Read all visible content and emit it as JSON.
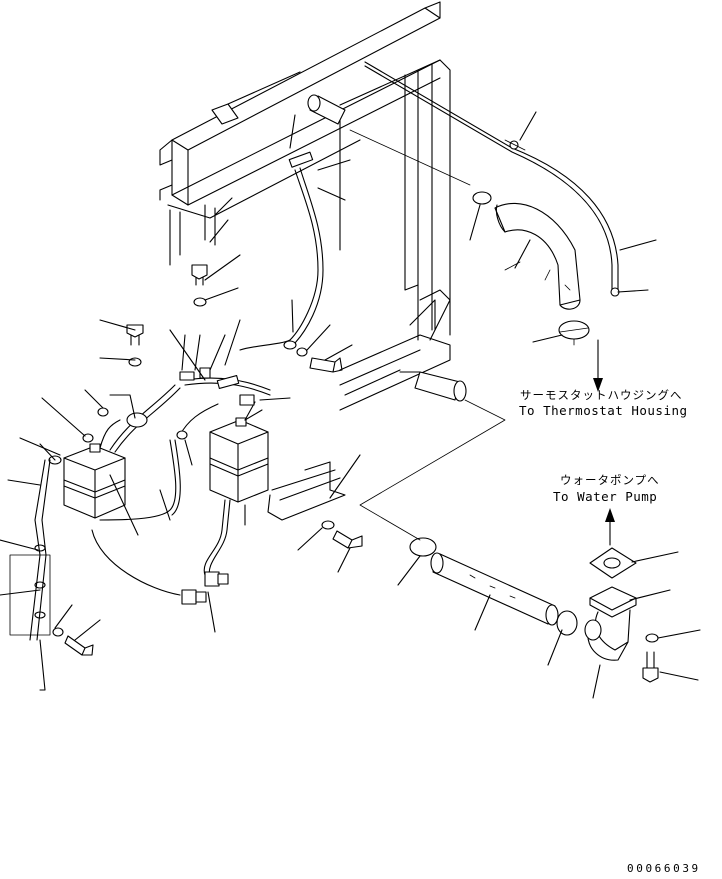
{
  "labels": {
    "thermostat_jp": "サーモスタットハウジングへ",
    "thermostat_en": "To Thermostat Housing",
    "water_pump_jp": "ウォータポンプへ",
    "water_pump_en": "To Water Pump"
  },
  "drawing_code": "00066039"
}
